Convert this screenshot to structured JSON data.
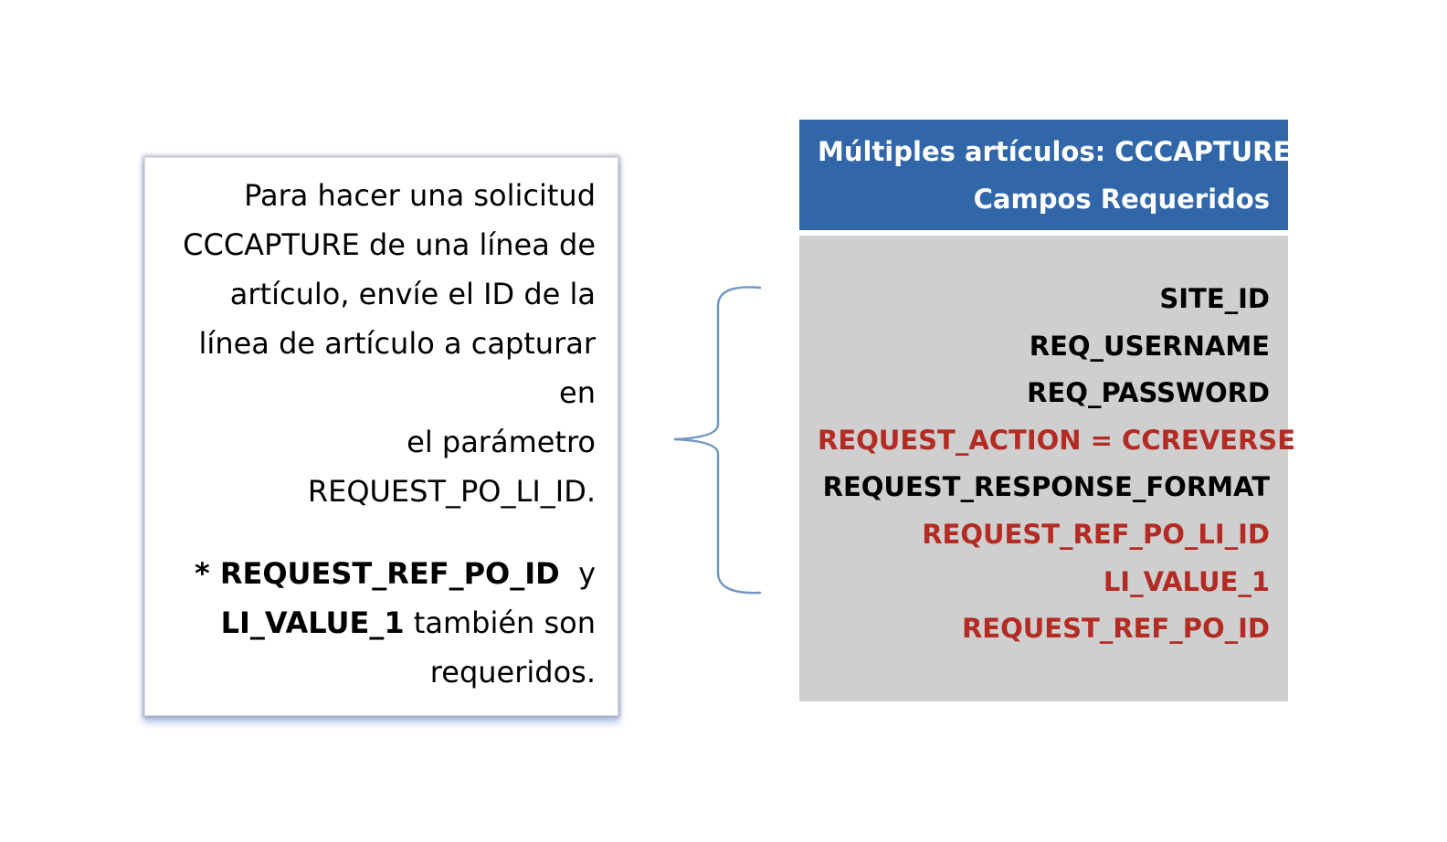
{
  "description": {
    "lines": [
      "Para hacer una solicitud",
      "CCCAPTURE de una línea de",
      "artículo, envíe el ID de la",
      "línea de artículo a capturar en",
      "el parámetro",
      "REQUEST_PO_LI_ID."
    ],
    "note": {
      "prefix_bold": "* REQUEST_REF_PO_ID",
      "connector": "y",
      "value_bold": "LI_VALUE_1",
      "suffix_1": "también son",
      "suffix_2": "requeridos."
    }
  },
  "table": {
    "title_line_1": "Múltiples artículos: CCCAPTURE",
    "title_line_2": "Campos Requeridos",
    "fields": [
      {
        "label": "SITE_ID",
        "highlight": false
      },
      {
        "label": "REQ_USERNAME",
        "highlight": false
      },
      {
        "label": "REQ_PASSWORD",
        "highlight": false
      },
      {
        "label": "REQUEST_ACTION = CCREVERSE",
        "highlight": true
      },
      {
        "label": "REQUEST_RESPONSE_FORMAT",
        "highlight": false
      },
      {
        "label": "REQUEST_REF_PO_LI_ID",
        "highlight": true
      },
      {
        "label": "LI_VALUE_1",
        "highlight": true
      },
      {
        "label": "REQUEST_REF_PO_ID",
        "highlight": true
      }
    ]
  },
  "colors": {
    "header_bg": "#3166a8",
    "body_bg": "#cfcfcf",
    "highlight_text": "#b32b22",
    "bracket": "#6f96c4"
  }
}
